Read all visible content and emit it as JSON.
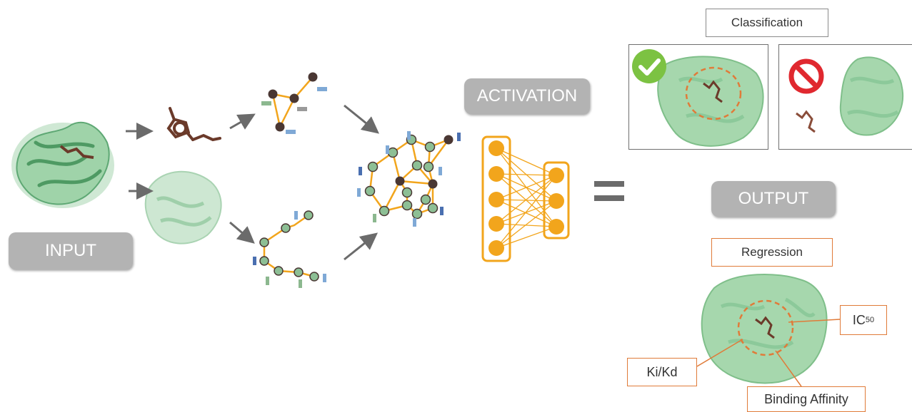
{
  "labels": {
    "input": "INPUT",
    "activation": "ACTIVATION",
    "output": "OUTPUT",
    "classification": "Classification",
    "regression": "Regression",
    "ic50_main": "IC",
    "ic50_sub": "50",
    "ki_kd": "Ki/Kd",
    "binding_affinity": "Binding Affinity"
  },
  "colors": {
    "protein_green": "#8cc99a",
    "protein_dark": "#5ea874",
    "ligand_brown": "#6b3a2a",
    "node_green": "#8dbf95",
    "node_dark": "#4a3733",
    "edge_orange": "#f2a51c",
    "pill_gray": "#b3b3b3",
    "arrow_gray": "#6b6b6b",
    "box_orange": "#e07b39",
    "check_green": "#7cc242",
    "no_red": "#e0282f"
  },
  "icons": [
    "protein-structure-icon",
    "ligand-molecule-icon",
    "graph-network-icon",
    "neural-network-icon",
    "checkmark-icon",
    "prohibited-icon",
    "equals-icon"
  ]
}
